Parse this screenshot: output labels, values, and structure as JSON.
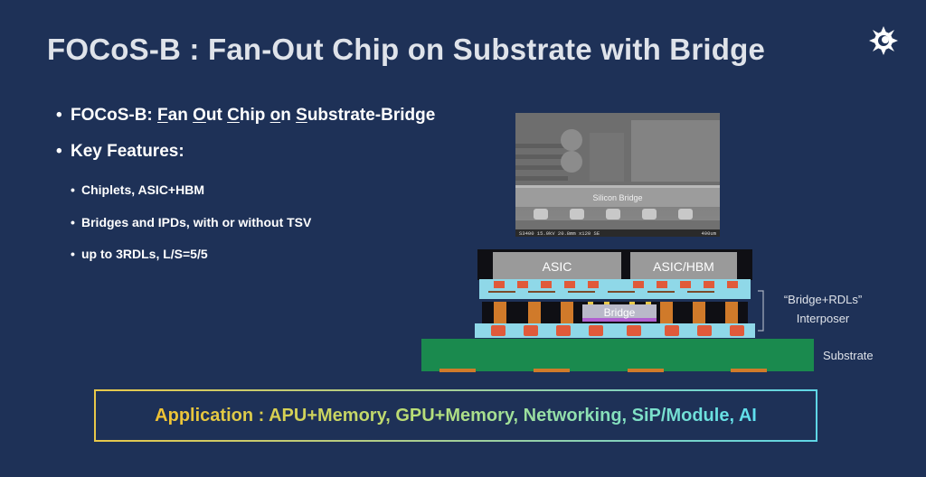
{
  "title": "FOCoS-B : Fan-Out Chip on Substrate with Bridge",
  "bullets": {
    "main1": {
      "prefix": "FOCoS-B: ",
      "parts": [
        "F",
        "an ",
        "O",
        "ut ",
        "C",
        "hip ",
        "o",
        "n ",
        "S",
        "ubstrate-Bridge"
      ]
    },
    "main2": "Key Features:",
    "sub": [
      "Chiplets, ASIC+HBM",
      "Bridges and IPDs, with or without TSV",
      "up to 3RDLs, L/S=5/5"
    ]
  },
  "sem_image": {
    "label": "Silicon Bridge",
    "footer_left": "S3400 15.0kV 20.8mm x120 SE",
    "footer_right": "400um"
  },
  "diagram": {
    "chip_left": "ASIC",
    "chip_right": "ASIC/HBM",
    "bridge": "Bridge",
    "interposer_label_1": "“Bridge+RDLs”",
    "interposer_label_2": "Interposer",
    "substrate": "Substrate"
  },
  "application": "Application : APU+Memory, GPU+Memory, Networking, SiP/Module, AI",
  "colors": {
    "background": "#1e3157",
    "substrate": "#1a8a4e",
    "chip": "#9a9a9a",
    "rdl": "#8fd8e8",
    "copper": "#d07a2a",
    "bump": "#e05a3a",
    "bridge": "#b9b9c9",
    "app_gold": "#f1c232",
    "app_cyan": "#5fe0f0"
  },
  "icons": {
    "logo": "gear-sun-logo-icon"
  }
}
